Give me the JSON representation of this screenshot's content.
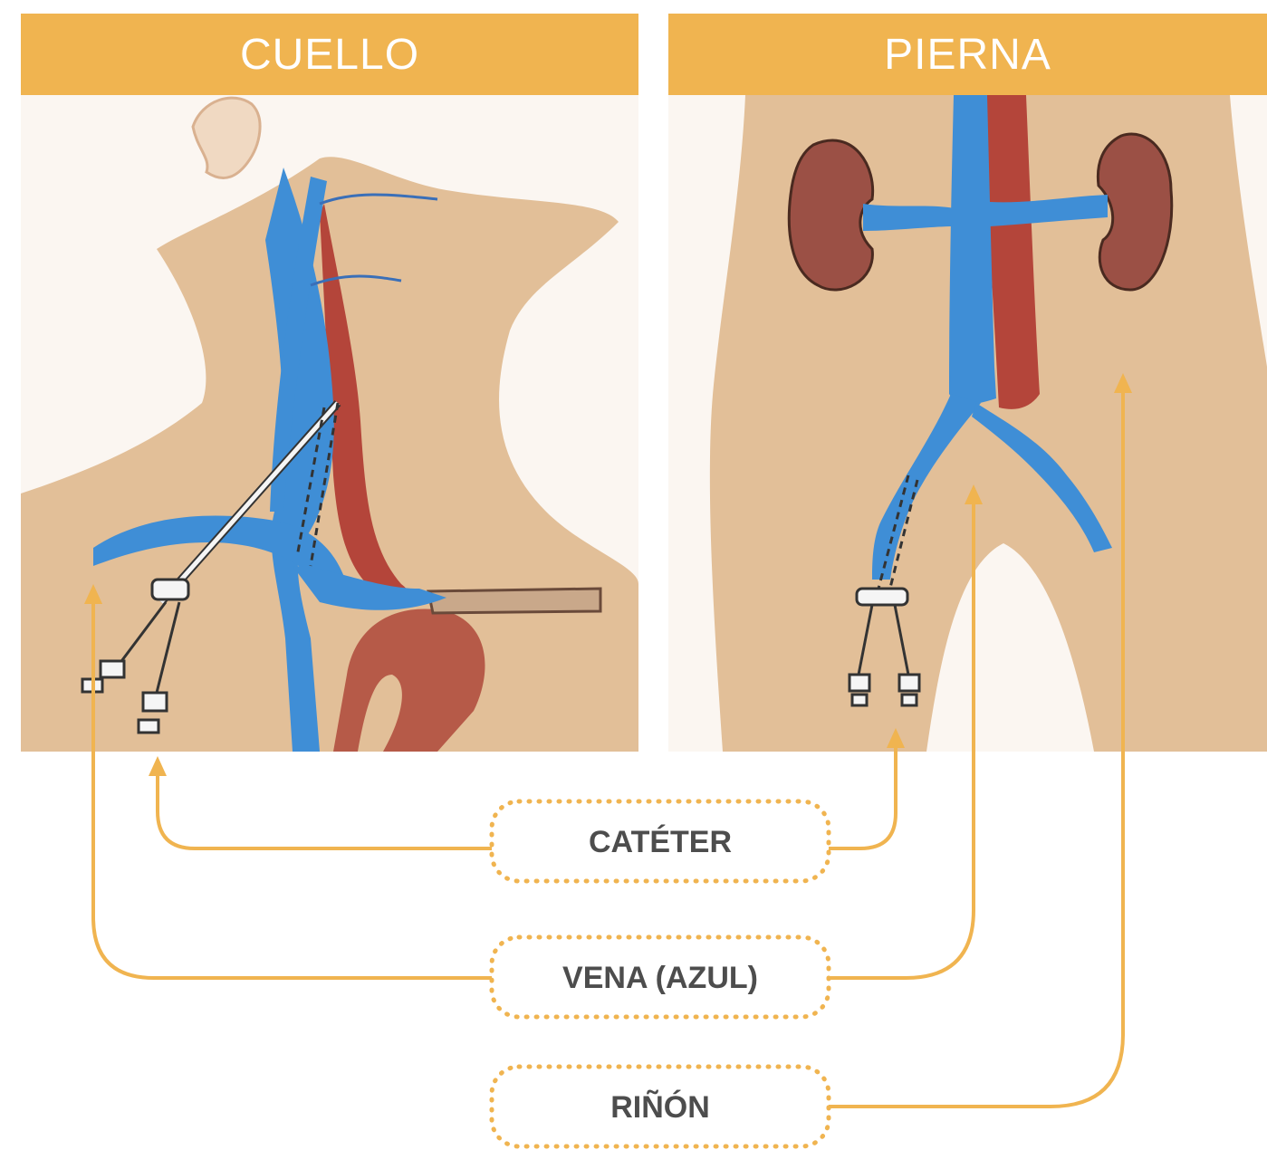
{
  "headers": {
    "left": "CUELLO",
    "right": "PIERNA"
  },
  "labels": {
    "catheter": "CATÉTER",
    "vein": "VENA (AZUL)",
    "kidney": "RIÑÓN"
  },
  "colors": {
    "header": "#f0b450",
    "callout": "#f0b450",
    "label_text": "#4d4d4d",
    "skin": "#e2bf98",
    "vein": "#3f8ed6",
    "artery": "#b4453a",
    "kidney": "#9b5045"
  }
}
